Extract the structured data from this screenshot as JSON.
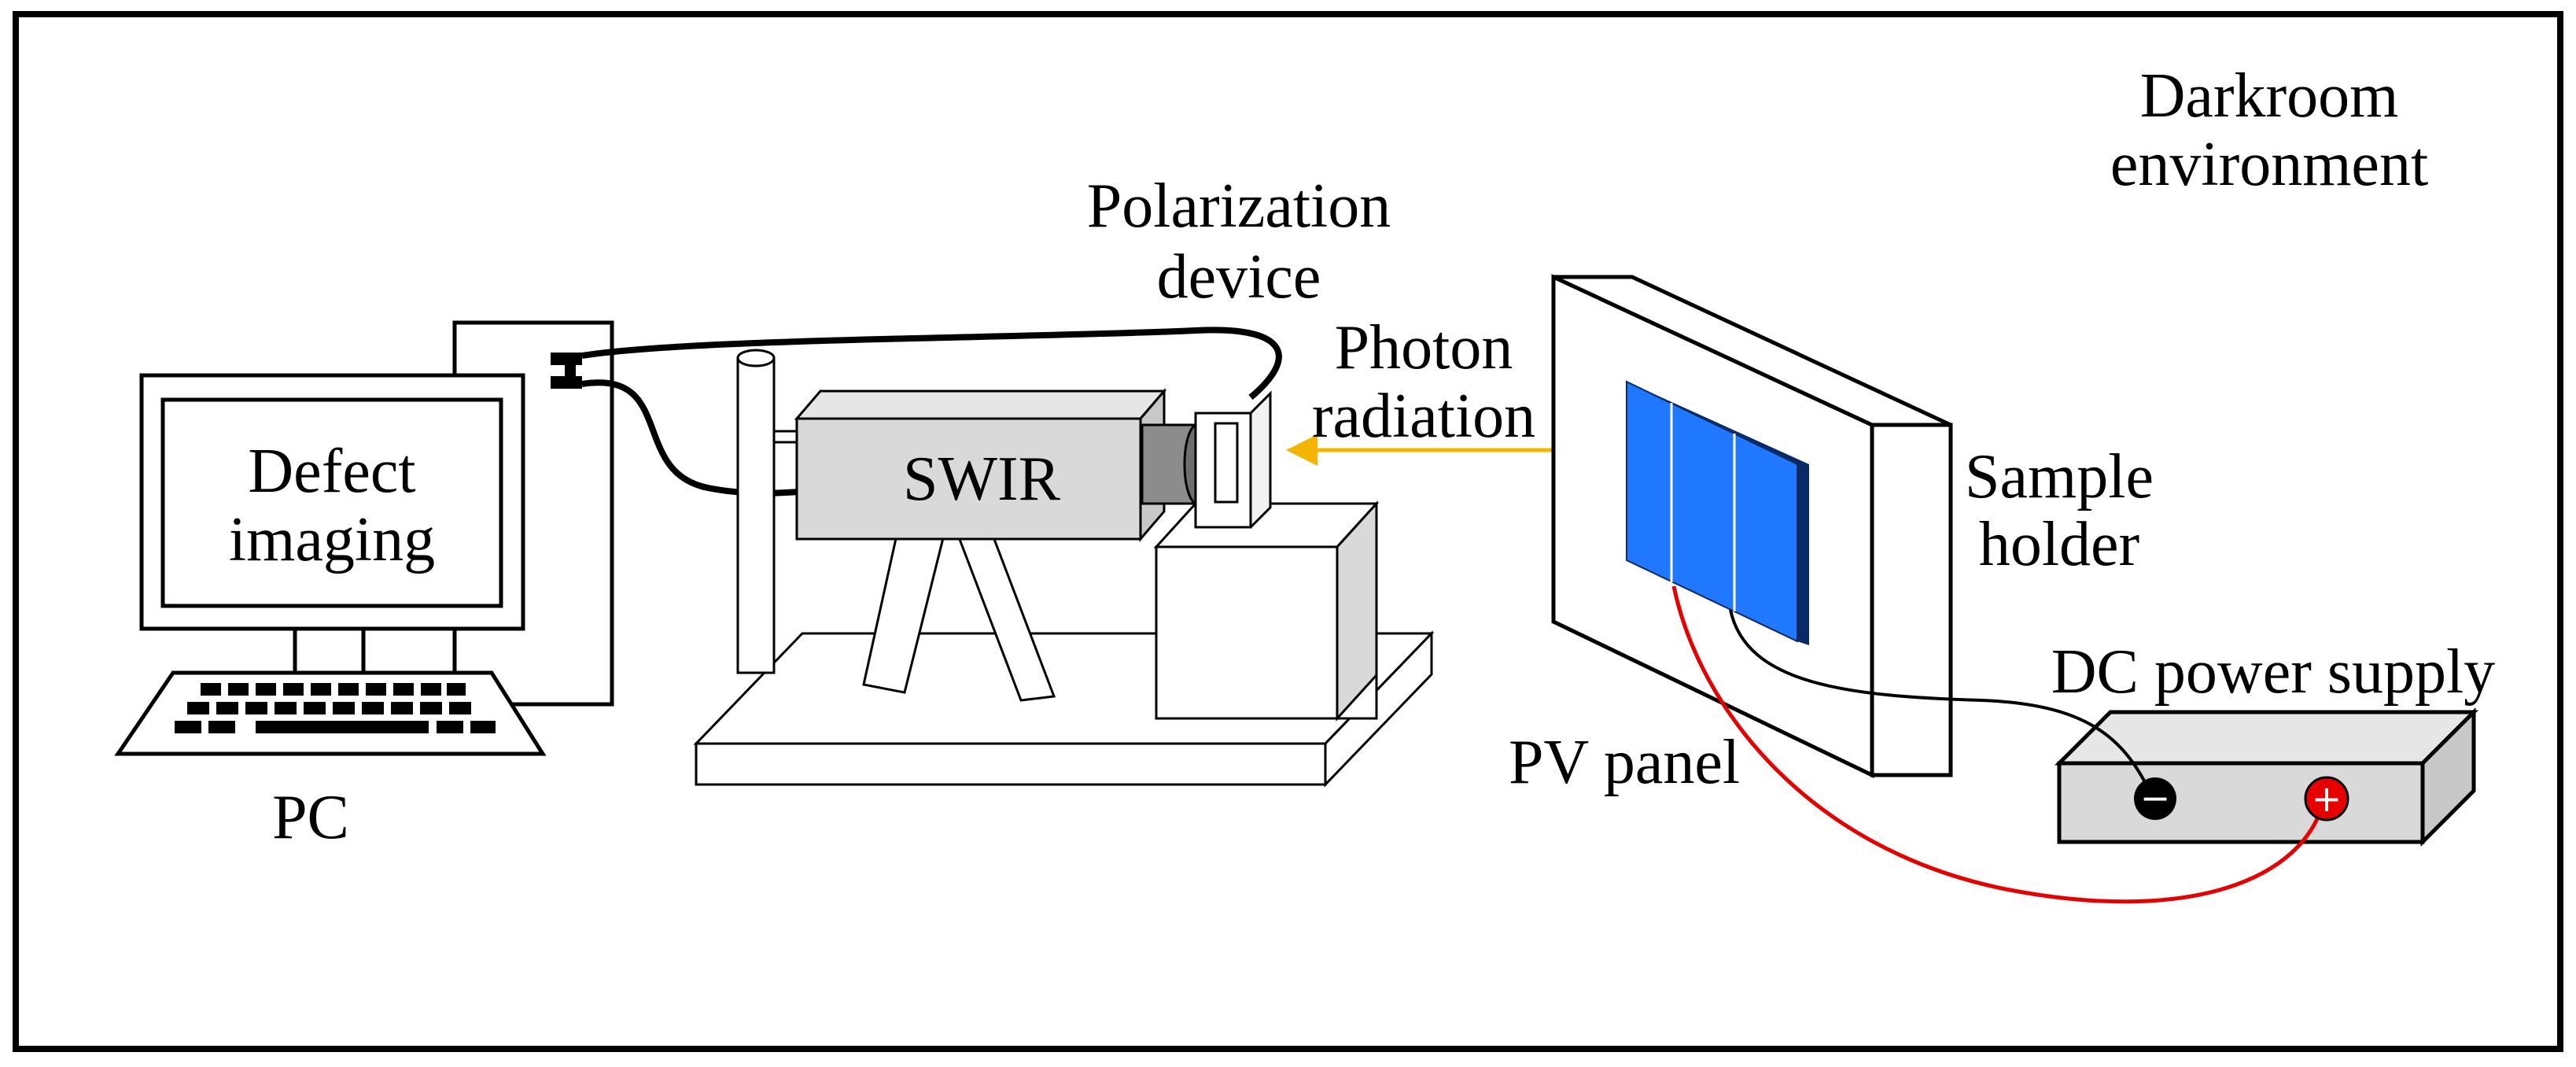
{
  "labels": {
    "environment_line1": "Darkroom",
    "environment_line2": "environment",
    "polarization_line1": "Polarization",
    "polarization_line2": "device",
    "photon_line1": "Photon",
    "photon_line2": "radiation",
    "camera": "SWIR",
    "screen_line1": "Defect",
    "screen_line2": "imaging",
    "pc": "PC",
    "sample_line1": "Sample",
    "sample_line2": "holder",
    "power_supply": "DC power supply",
    "pv_panel": "PV panel",
    "terminal_negative": "−",
    "terminal_positive": "+"
  },
  "colors": {
    "frame": "#000000",
    "device_fill": "#d9d9d9",
    "pv_cell": "#1f78ff",
    "pv_cell_edge": "#0a2a66",
    "photon_arrow": "#f5b400",
    "positive_wire": "#e60000",
    "negative_wire": "#000000"
  }
}
